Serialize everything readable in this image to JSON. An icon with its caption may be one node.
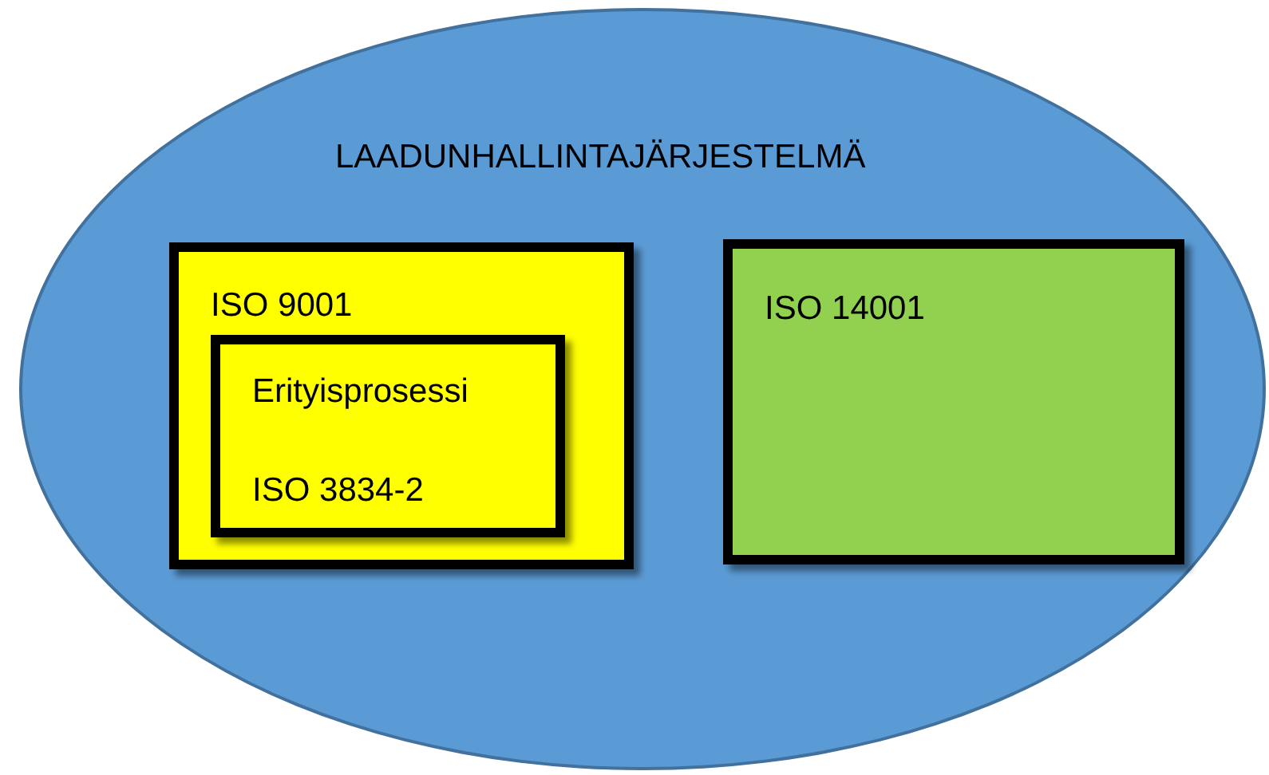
{
  "diagram": {
    "nodes": [
      {
        "text": [
          "LAADUNHALLINTAJÄRJESTELMÄ"
        ]
      },
      {
        "text": [
          "ISO 9001"
        ],
        "in": 0
      },
      {
        "text": [
          "Erityisprosessi",
          "ISO 3834-2"
        ],
        "in": 1
      },
      {
        "text": [
          "ISO 14001"
        ],
        "in": 0
      }
    ]
  }
}
